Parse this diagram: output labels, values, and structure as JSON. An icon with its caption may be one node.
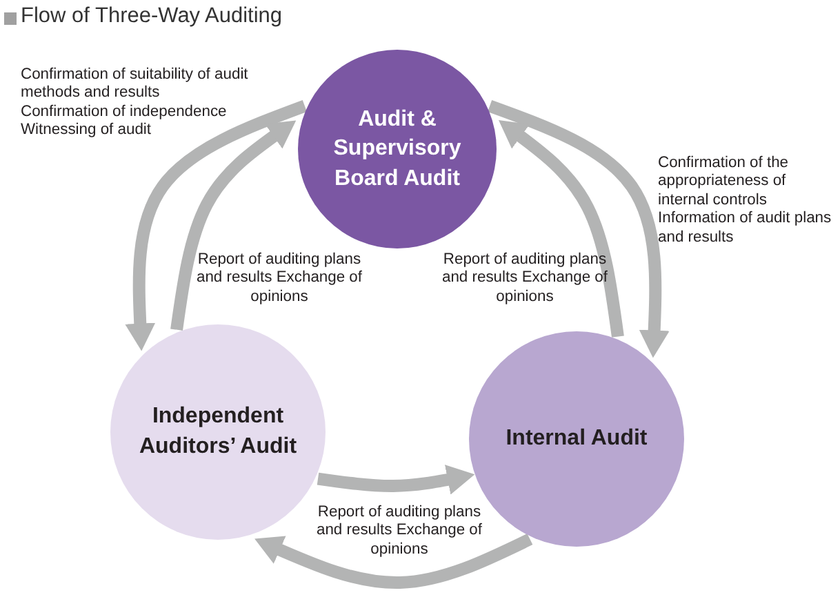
{
  "diagram": {
    "title": "Flow of Three-Way Auditing",
    "nodes": [
      {
        "text": [
          "Audit & Supervisory Board Audit"
        ]
      },
      {
        "text": [
          "Independent Auditors’ Audit"
        ]
      },
      {
        "text": [
          "Internal Audit"
        ]
      }
    ],
    "edges": [
      {
        "from": 0,
        "to": 1,
        "arrow": "to",
        "label": "Confirmation of suitability of audit methods and results Confirmation of independence Witnessing of audit"
      },
      {
        "from": 1,
        "to": 0,
        "arrow": "to",
        "label": "Report of auditing plans and results Exchange of opinions"
      },
      {
        "from": 0,
        "to": 2,
        "arrow": "to",
        "label": "Confirmation of the appropriateness of internal controls Information of audit plans and results"
      },
      {
        "from": 2,
        "to": 0,
        "arrow": "to",
        "label": "Report of auditing plans and results Exchange of opinions"
      },
      {
        "from": 1,
        "to": 2,
        "arrow": "to"
      },
      {
        "from": 2,
        "to": 1,
        "arrow": "to",
        "label": "Report of auditing plans and results Exchange of opinions"
      }
    ]
  }
}
